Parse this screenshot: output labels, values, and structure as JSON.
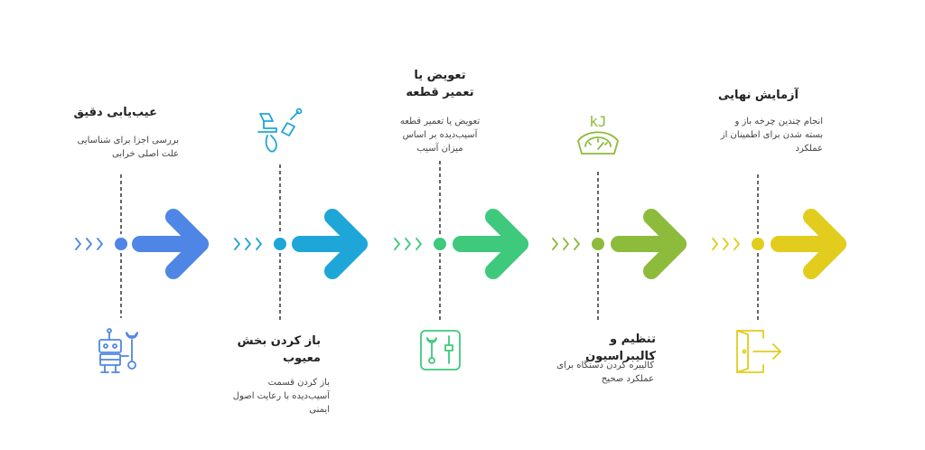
{
  "colors": {
    "step1": "#4f86e6",
    "step2": "#1fa6d9",
    "step3": "#3ec97d",
    "step4": "#8dbb3c",
    "step5": "#e2cc1d",
    "line": "#333333"
  },
  "steps": [
    {
      "title": "عیب‌یابی دقیق",
      "description": "بررسی اجزا برای شناسایی علت اصلی خرابی",
      "icon": "robot-wrench-icon",
      "text_position": "top"
    },
    {
      "title": "باز کردن بخش معیوب",
      "description": "باز کردن قسمت آسیب‌دیده با رعایت اصول ایمنی",
      "icon": "faucet-icon",
      "text_position": "bottom"
    },
    {
      "title": "تعویض یا تعمیر قطعه",
      "description": "تعویض یا تعمیر قطعه آسیب‌دیده بر اساس میزان آسیب",
      "icon": "tools-panel-icon",
      "text_position": "top"
    },
    {
      "title": "تنظیم و کالیبراسیون",
      "description": "کالیبره کردن دستگاه برای عملکرد صحیح",
      "icon": "scale-kj-icon",
      "icon_label": "kJ",
      "text_position": "bottom"
    },
    {
      "title": "آزمایش نهایی",
      "description": "انجام چندین چرخه باز و بسته شدن برای اطمینان از عملکرد",
      "icon": "exit-door-icon",
      "text_position": "top"
    }
  ]
}
